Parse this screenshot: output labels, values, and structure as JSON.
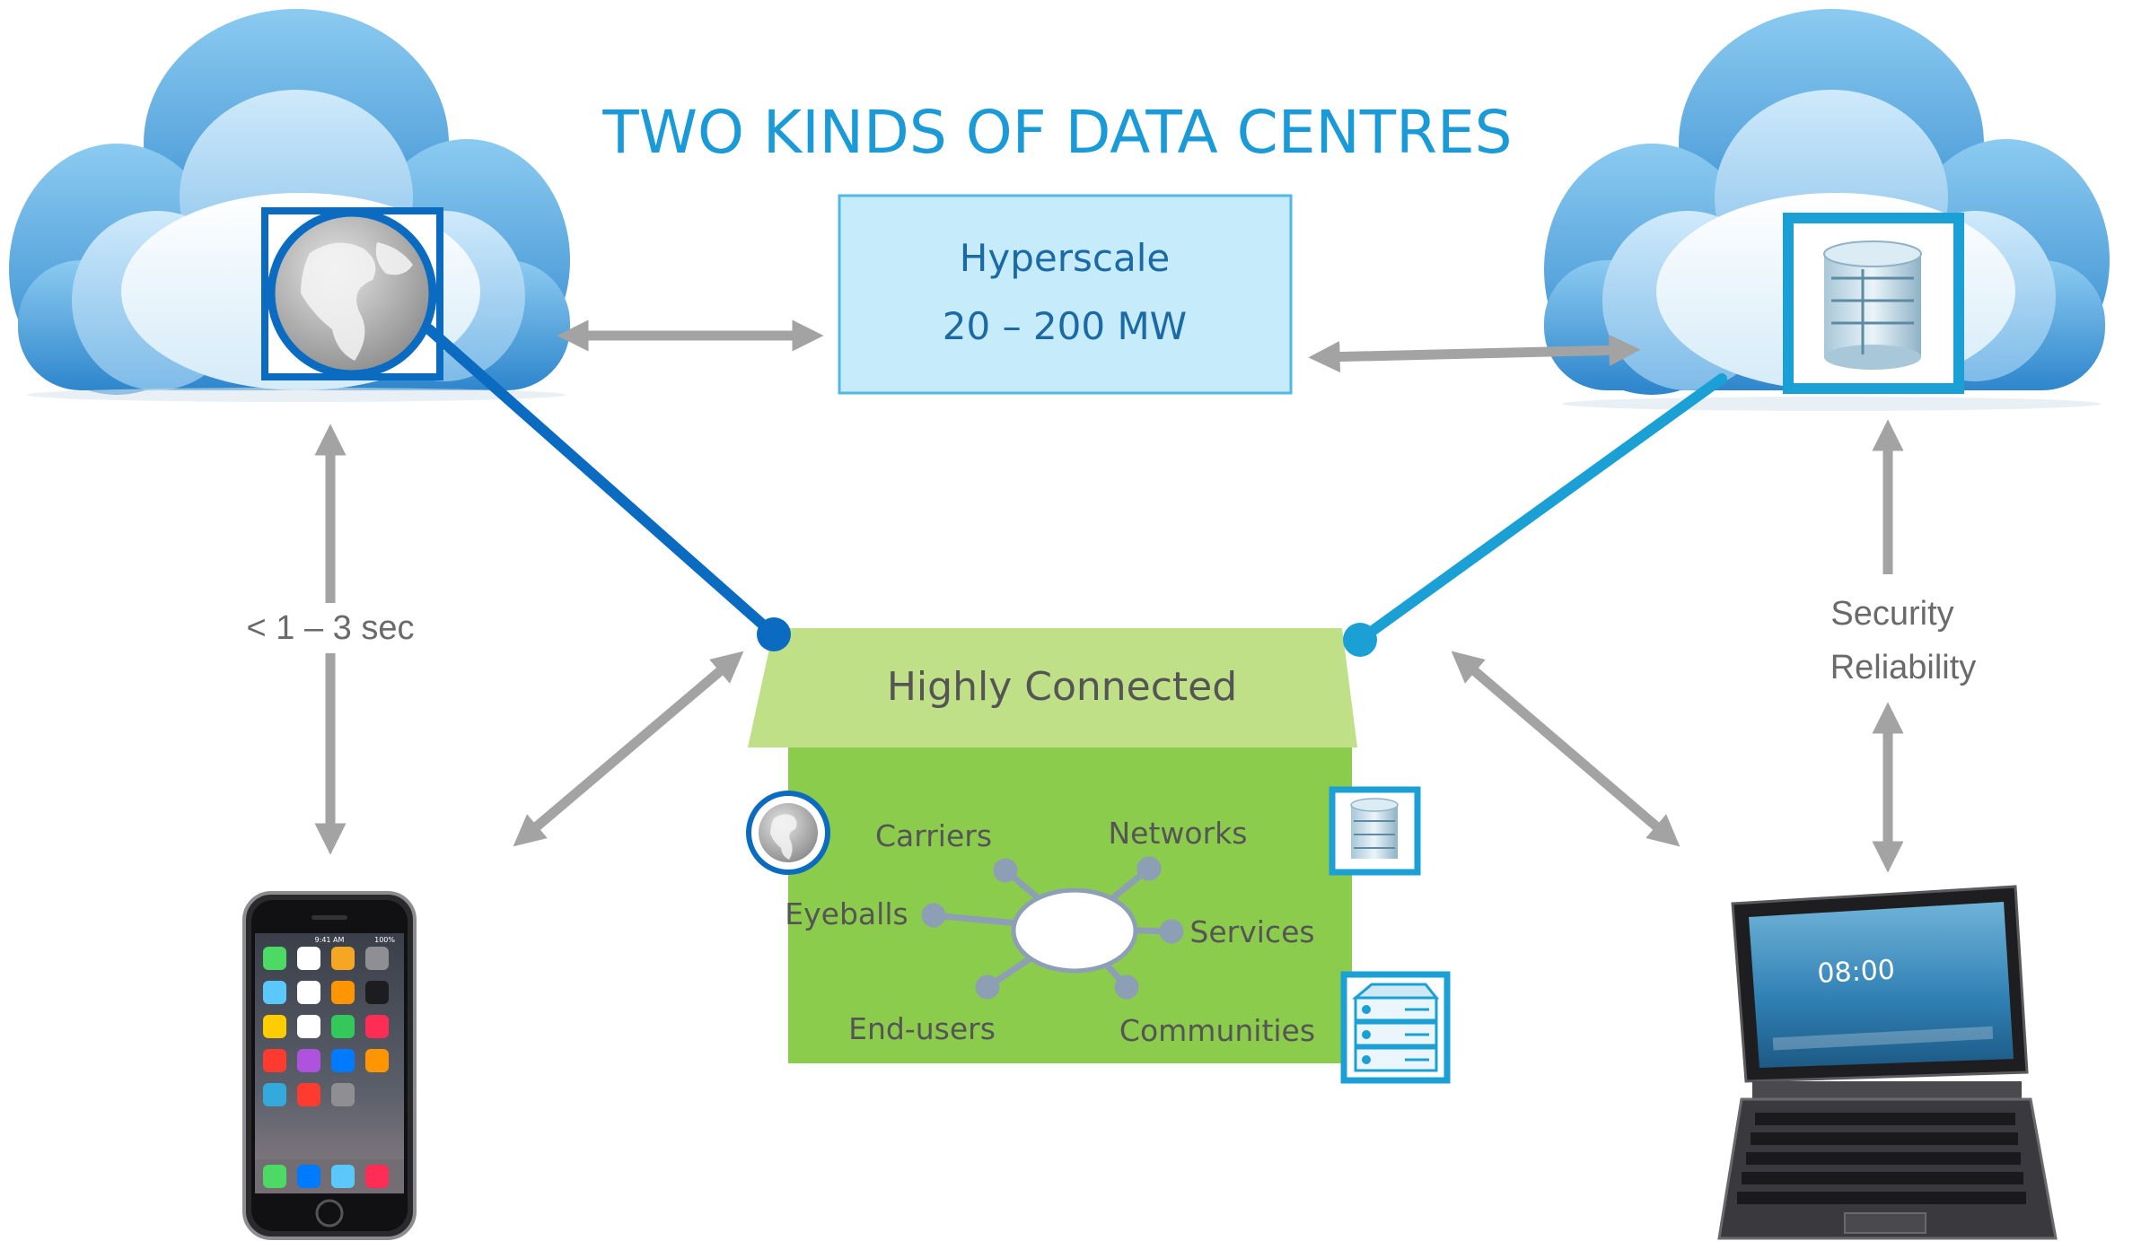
{
  "title": "TWO KINDS OF DATA CENTRES",
  "hyperscale": {
    "name": "Hyperscale",
    "power": "20 – 200 MW"
  },
  "highly_connected": {
    "title": "Highly Connected",
    "nodes": [
      "Carriers",
      "Networks",
      "Eyeballs",
      "Services",
      "End-users",
      "Communities"
    ]
  },
  "latency_label": "< 1 – 3 sec",
  "tablet_link_labels": [
    "Security",
    "Reliability"
  ],
  "phone_screen": {
    "time": "9:41 AM",
    "battery": "100%"
  },
  "tablet_screen": {
    "time": "08:00"
  },
  "colors": {
    "title": "#1a9ad6",
    "cloud_dark": "#4aa3dc",
    "cloud_light": "#e9f5fc",
    "hyperscale_box": "#c6ecfb",
    "dark_link": "#0a6bc0",
    "light_link": "#1aa0d4",
    "house_roof": "#bfe086",
    "house_body": "#8ccc4c",
    "arrow": "#a3a3a3"
  },
  "icons": [
    "globe-icon",
    "database-icon",
    "server-rack-icon",
    "smartphone-icon",
    "tablet-icon",
    "keyboard-dock-icon"
  ]
}
